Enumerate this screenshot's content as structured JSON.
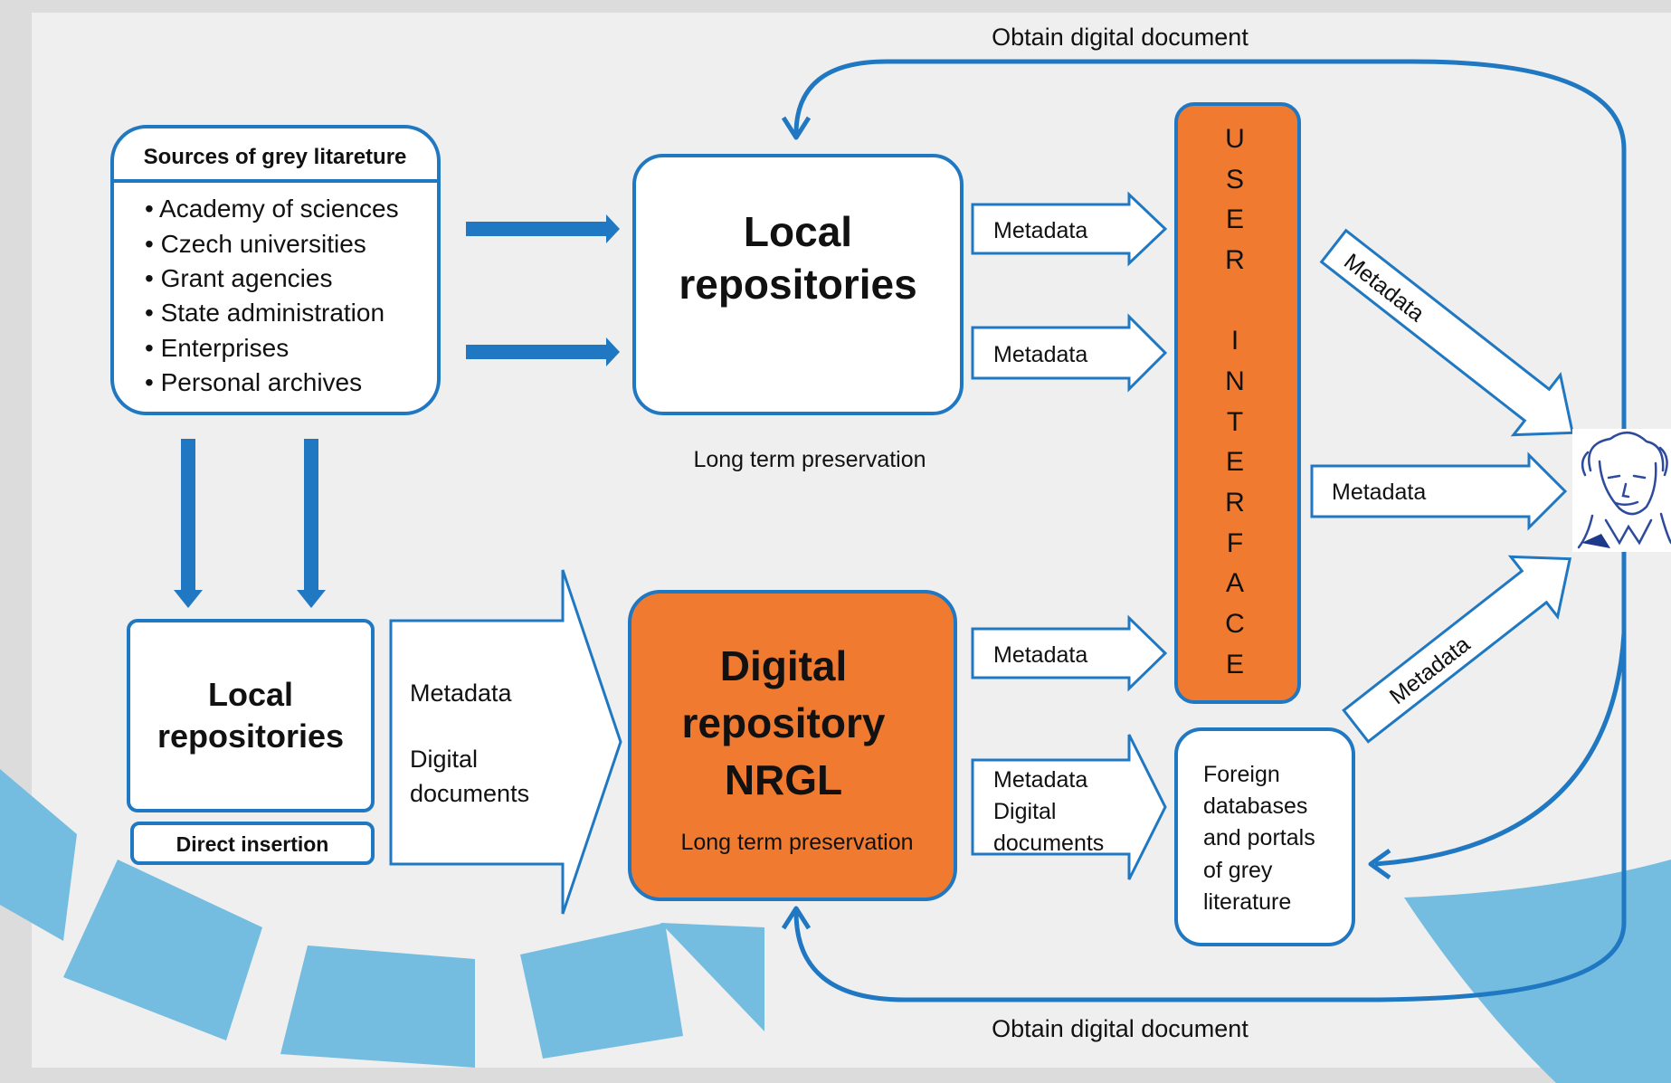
{
  "colors": {
    "blue": "#1f78c1",
    "light_blue": "#6fbde0",
    "orange": "#ef7a30",
    "background": "#efefef",
    "text": "#111111"
  },
  "top_label": "Obtain digital document",
  "bottom_label": "Obtain digital document",
  "sources": {
    "title": "Sources of grey litareture",
    "items": [
      "• Academy of sciences",
      "• Czech universities",
      "• Grant agencies",
      "• State administration",
      "• Enterprises",
      "• Personal archives"
    ]
  },
  "local_repos_top": {
    "line1": "Local",
    "line2": "repositories",
    "caption": "Long term preservation"
  },
  "local_repos_bottom": {
    "line1": "Local",
    "line2": "repositories",
    "tag": "Direct insertion"
  },
  "big_arrow": {
    "line1": "Metadata",
    "line2": "Digital",
    "line3": "documents"
  },
  "nrgl": {
    "line1": "Digital",
    "line2": "repository",
    "line3": "NRGL",
    "caption": "Long term preservation"
  },
  "arrow_labels": {
    "metadata_1": "Metadata",
    "metadata_2": "Metadata",
    "metadata_3": "Metadata",
    "metadata_digital_1": "Metadata",
    "metadata_digital_2": "Digital",
    "metadata_digital_3": "documents",
    "diag_up": "Metadata",
    "horizontal": "Metadata",
    "diag_down": "Metadata"
  },
  "user_interface": {
    "letters": [
      "U",
      "S",
      "E",
      "R",
      "I",
      "N",
      "T",
      "E",
      "R",
      "F",
      "A",
      "C",
      "E"
    ]
  },
  "foreign": {
    "lines": [
      "Foreign",
      "databases",
      "and portals",
      "of grey",
      "literature"
    ]
  },
  "user_icon": "user-portrait-icon"
}
